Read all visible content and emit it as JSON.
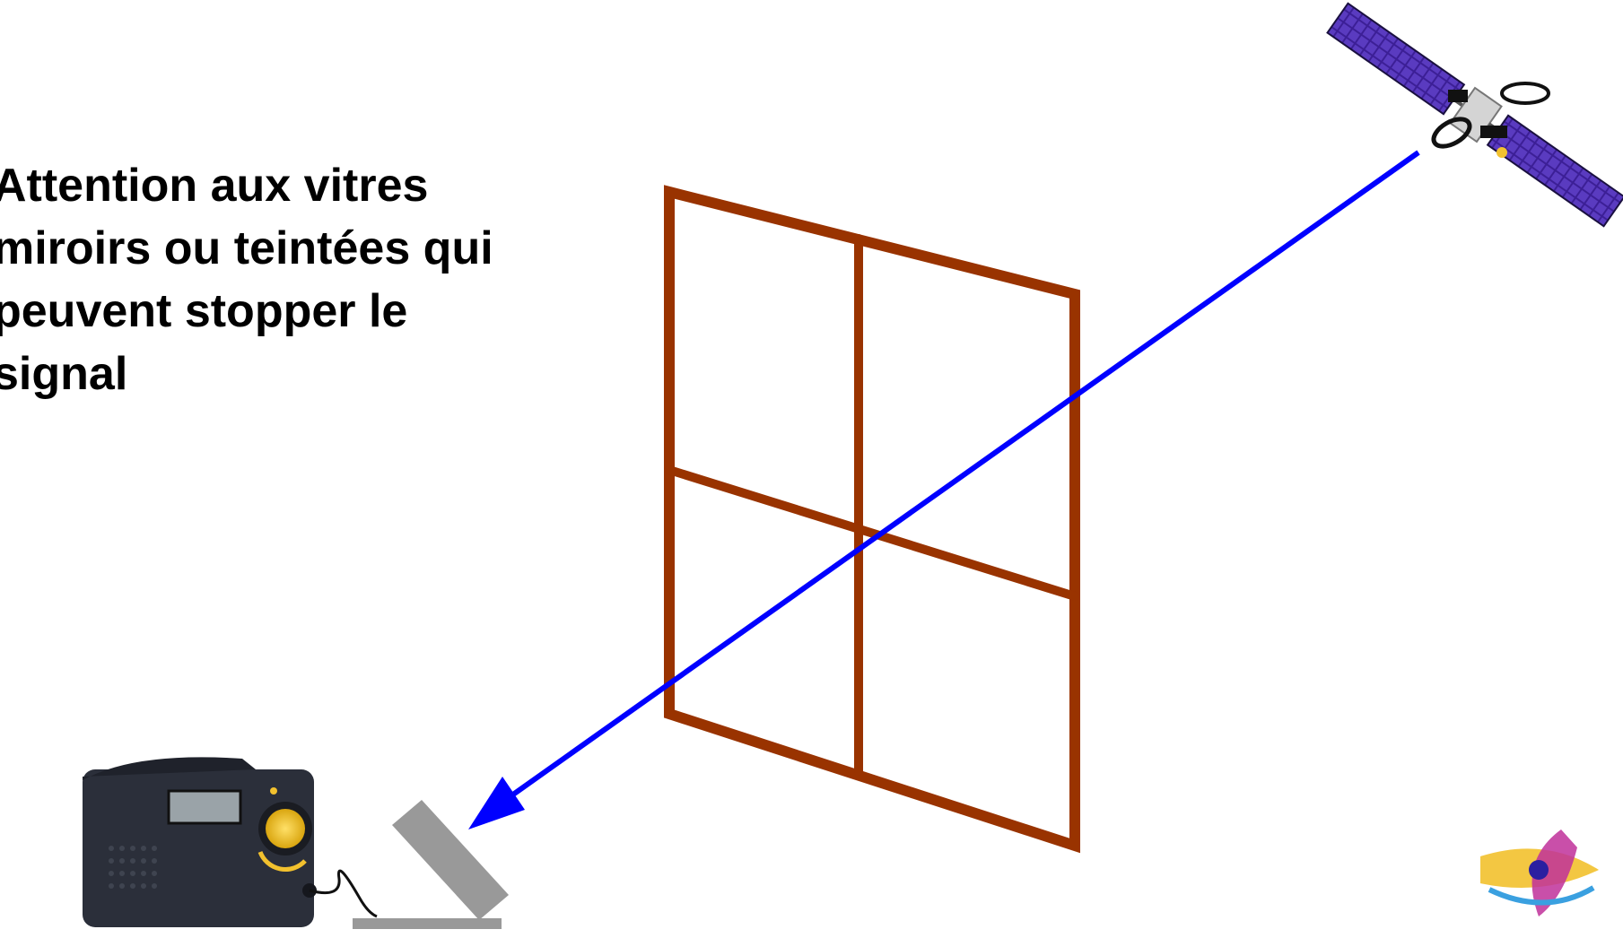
{
  "caption": {
    "lines": [
      "Attention aux vitres",
      "miroirs ou teintées qui",
      "peuvent stopper le",
      "signal"
    ]
  },
  "colors": {
    "window_frame": "#993300",
    "signal": "#0000ff",
    "text": "#000000",
    "panel": "#4a2fa0",
    "antenna": "#999999",
    "radio_body": "#2b2f3a",
    "radio_accent": "#f2c12e"
  },
  "icons": {
    "satellite": "satellite-icon",
    "window": "window-icon",
    "signal": "signal-arrow",
    "radio": "radio-icon",
    "antenna": "antenna-icon",
    "logo": "orbit-logo-icon"
  }
}
